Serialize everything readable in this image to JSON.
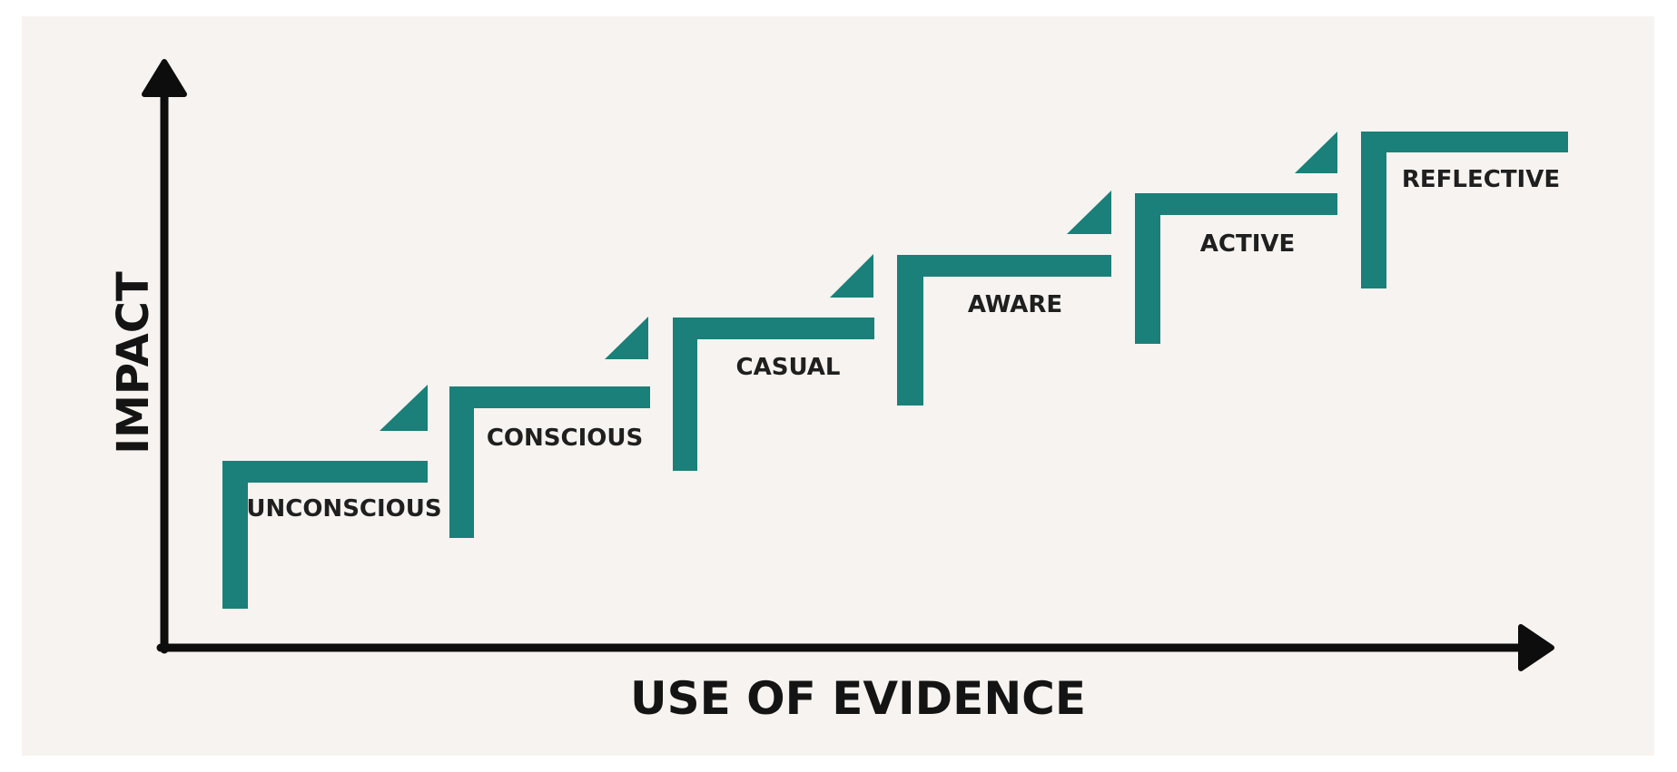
{
  "diagram": {
    "x_axis_label": "USE OF EVIDENCE",
    "y_axis_label": "IMPACT",
    "steps": [
      {
        "label": "UNCONSCIOUS"
      },
      {
        "label": "CONSCIOUS"
      },
      {
        "label": "CASUAL"
      },
      {
        "label": "AWARE"
      },
      {
        "label": "ACTIVE"
      },
      {
        "label": "REFLECTIVE"
      }
    ],
    "colors": {
      "step": "#1a8079",
      "axis": "#0d0d0d",
      "background": "#f7f3f0"
    }
  }
}
